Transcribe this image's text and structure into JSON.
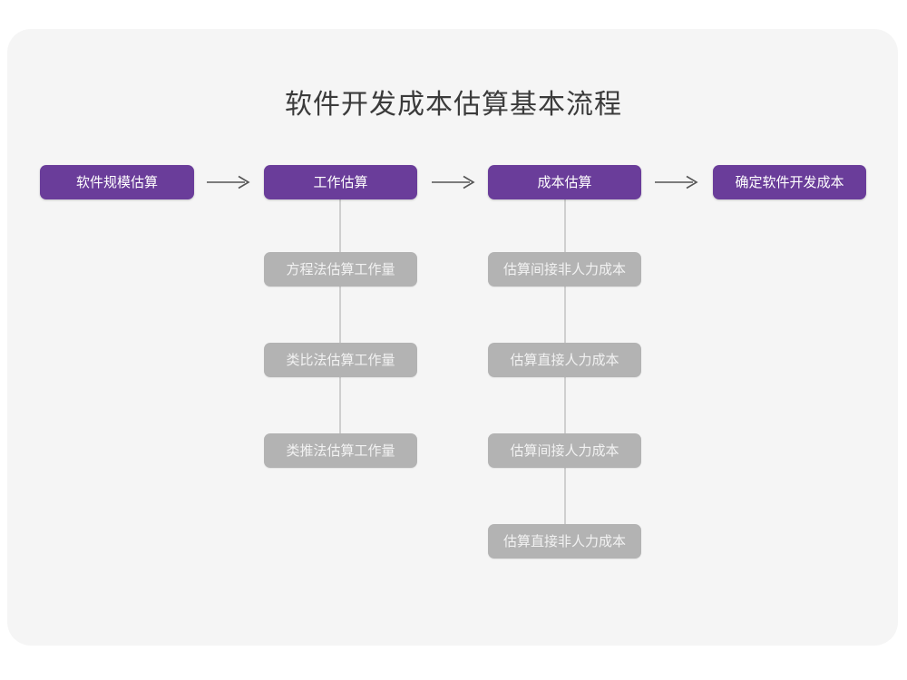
{
  "page": {
    "title": "软件开发成本估算基本流程",
    "card_bg": "#f5f5f5",
    "page_bg": "#ffffff"
  },
  "colors": {
    "primary": "#6a3d9a",
    "primary_text": "#ffffff",
    "sub": "#b3b3b3",
    "sub_text": "#f2f2f2",
    "title_text": "#3b3b3b",
    "connector": "#cfcfcf",
    "arrow": "#555555"
  },
  "flow": {
    "stages": [
      {
        "label": "软件规模估算",
        "substeps": []
      },
      {
        "label": "工作估算",
        "substeps": [
          {
            "label": "方程法估算工作量"
          },
          {
            "label": "类比法估算工作量"
          },
          {
            "label": "类推法估算工作量"
          }
        ]
      },
      {
        "label": "成本估算",
        "substeps": [
          {
            "label": "估算间接非人力成本"
          },
          {
            "label": "估算直接人力成本"
          },
          {
            "label": "估算间接人力成本"
          },
          {
            "label": "估算直接非人力成本"
          }
        ]
      },
      {
        "label": "确定软件开发成本",
        "substeps": []
      }
    ],
    "connectors": [
      {
        "from": "软件规模估算",
        "to": "工作估算",
        "type": "arrow-right"
      },
      {
        "from": "工作估算",
        "to": "成本估算",
        "type": "arrow-right"
      },
      {
        "from": "成本估算",
        "to": "确定软件开发成本",
        "type": "arrow-right"
      }
    ]
  }
}
